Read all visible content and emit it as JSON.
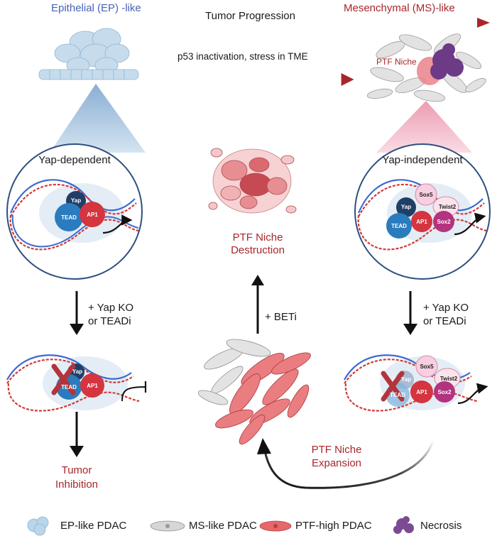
{
  "header": {
    "left_title": "Epithelial (EP) -like",
    "center_title": "Tumor Progression",
    "right_title": "Mesenchymal (MS)-like",
    "progression_label": "p53 inactivation, stress in TME",
    "ptf_niche_label": "PTF Niche"
  },
  "left_panel": {
    "title": "Yap-dependent",
    "factors": {
      "yap": "Yap",
      "tead": "TEAD",
      "ap1": "AP1"
    },
    "treatment_line1": "+ Yap KO",
    "treatment_line2": "or TEADi",
    "outcome_line1": "Tumor",
    "outcome_line2": "Inhibition"
  },
  "right_panel": {
    "title": "Yap-independent",
    "factors": {
      "yap": "Yap",
      "tead": "TEAD",
      "ap1": "AP1",
      "sox5": "Sox5",
      "twist2": "Twist2",
      "sox2": "Sox2"
    },
    "treatment_line1": "+ Yap KO",
    "treatment_line2": "or TEADi"
  },
  "center": {
    "destruction_line1": "PTF Niche",
    "destruction_line2": "Destruction",
    "beti_label": "+ BETi",
    "expansion_line1": "PTF Niche",
    "expansion_line2": "Expansion"
  },
  "legend": [
    {
      "label": "EP-like PDAC",
      "icon": "ep-cell-icon",
      "color": "#b9d6ea"
    },
    {
      "label": "MS-like PDAC",
      "icon": "ms-cell-icon",
      "color": "#d6d6d6"
    },
    {
      "label": "PTF-high PDAC",
      "icon": "ptf-cell-icon",
      "color": "#e7676b"
    },
    {
      "label": "Necrosis",
      "icon": "necrosis-icon",
      "color": "#7b4a93"
    }
  ],
  "colors": {
    "dark_red": "#a8262b",
    "blue": "#4763b3",
    "tead_blue": "#2b7bbf",
    "yap_navy": "#1f3f66",
    "ap1_red": "#d4353f",
    "sox2_magenta": "#b3337e",
    "sox5_pink": "#f7cfe0"
  }
}
